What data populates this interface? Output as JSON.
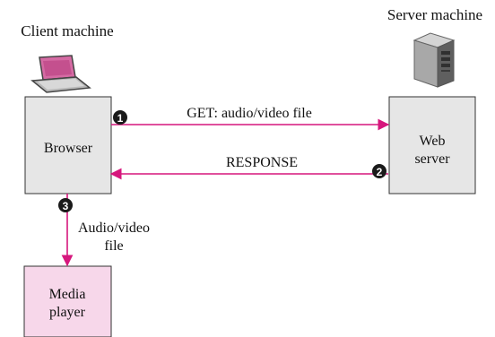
{
  "client": {
    "title": "Client machine",
    "browser_label": "Browser",
    "player_label_lines": [
      "Media",
      "player"
    ]
  },
  "server": {
    "title": "Server machine",
    "label_lines": [
      "Web",
      "server"
    ]
  },
  "flows": {
    "request": {
      "step": "1",
      "label": "GET: audio/video file"
    },
    "response": {
      "step": "2",
      "label": "RESPONSE"
    },
    "handoff": {
      "step": "3",
      "label_lines": [
        "Audio/video",
        "file"
      ]
    }
  },
  "colors": {
    "arrow": "#d6177d",
    "box_gray": "#e6e6e6",
    "box_pink": "#f7d7ea",
    "box_border": "#333333",
    "step_circle": "#1a1a1a"
  },
  "icons": {
    "client": "laptop-icon",
    "server": "server-tower-icon"
  }
}
